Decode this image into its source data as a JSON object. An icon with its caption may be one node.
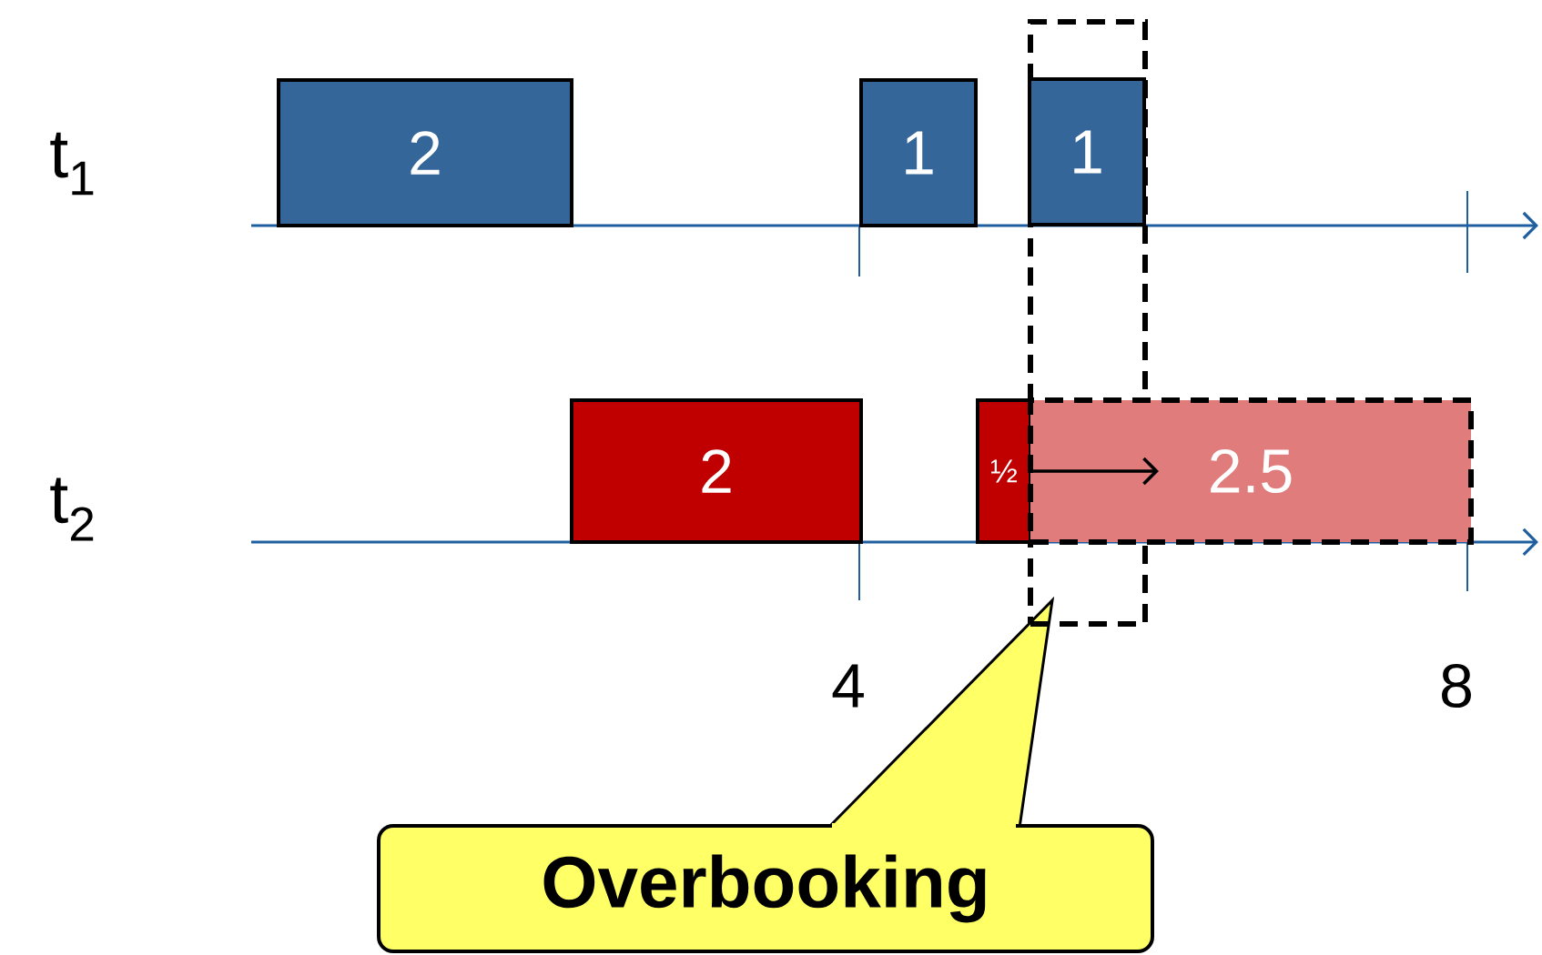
{
  "diagram": {
    "nodes": [
      {
        "text": [],
        "shape": "box"
      },
      {
        "text": [
          "2"
        ]
      },
      {
        "text": [
          "1"
        ]
      },
      {
        "text": [
          "1"
        ],
        "in": 0
      },
      {
        "text": [
          "2"
        ]
      },
      {
        "text": [
          "½"
        ]
      },
      {
        "text": [
          "2.5"
        ]
      },
      {
        "text": [
          "Overbooking"
        ]
      }
    ],
    "edges": [
      {
        "from": 5,
        "to": 6,
        "arrow": "to"
      }
    ],
    "labels": [
      "t$_{1}$",
      "t$_{2}$",
      "4",
      "8"
    ]
  }
}
